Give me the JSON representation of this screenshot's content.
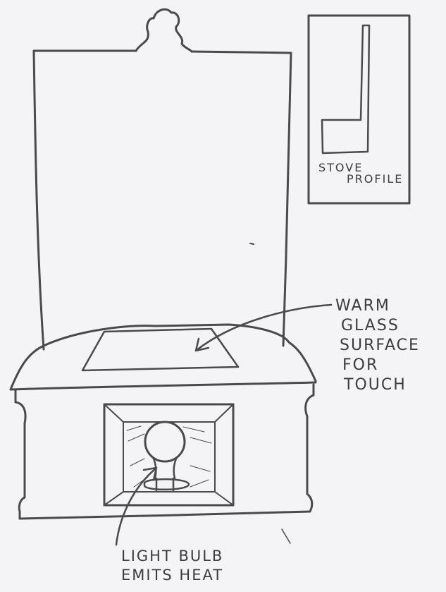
{
  "labels": {
    "stove_profile": [
      "STOVE",
      "PROFILE"
    ],
    "warm_glass": [
      "WARM",
      "GLASS",
      "SURFACE",
      "FOR",
      "TOUCH"
    ],
    "light_bulb": [
      "LIGHT BULB",
      "EMITS HEAT"
    ]
  },
  "colors": {
    "paper": "#f4f4f6",
    "pencil": "#4a4a4a",
    "glow": "#d8d8d8"
  }
}
